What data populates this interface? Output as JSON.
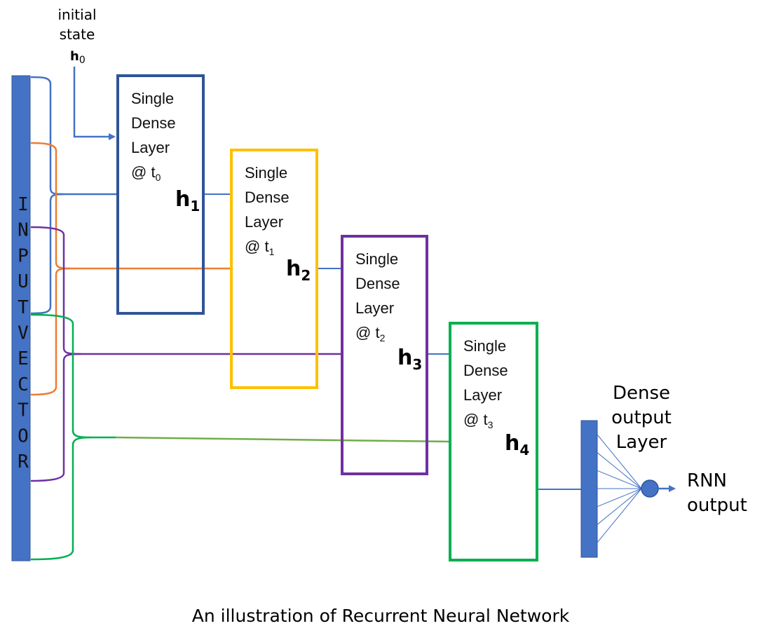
{
  "diagram": {
    "caption": "An illustration of Recurrent Neural Network",
    "initial_state": {
      "line1": "initial",
      "line2": "state",
      "h_label": "h",
      "h_sub": "0"
    },
    "input_vector": {
      "letters": [
        "I",
        "N",
        "P",
        "U",
        "T",
        "V",
        "E",
        "C",
        "T",
        "O",
        "R"
      ],
      "color": "#4472C4"
    },
    "cells": [
      {
        "line1": "Single",
        "line2": "Dense",
        "line3": "Layer",
        "time_prefix": "@ t",
        "time_sub": "0",
        "h": "h",
        "h_sub": "1",
        "border_color": "#2F5597"
      },
      {
        "line1": "Single",
        "line2": "Dense",
        "line3": "Layer",
        "time_prefix": "@ t",
        "time_sub": "1",
        "h": "h",
        "h_sub": "2",
        "border_color": "#FFC000"
      },
      {
        "line1": "Single",
        "line2": "Dense",
        "line3": "Layer",
        "time_prefix": "@ t",
        "time_sub": "2",
        "h": "h",
        "h_sub": "3",
        "border_color": "#7030A0"
      },
      {
        "line1": "Single",
        "line2": "Dense",
        "line3": "Layer",
        "time_prefix": "@ t",
        "time_sub": "3",
        "h": "h",
        "h_sub": "4",
        "border_color": "#00B050"
      }
    ],
    "output_layer": {
      "line1": "Dense",
      "line2": "output",
      "line3": "Layer",
      "fan_connections": 7
    },
    "rnn_output": {
      "line1": "RNN",
      "line2": "output"
    },
    "colors": {
      "blue": "#4472C4",
      "orange": "#ED7D31",
      "purple": "#7030A0",
      "green": "#00B050",
      "olive_green": "#70AD47"
    }
  }
}
